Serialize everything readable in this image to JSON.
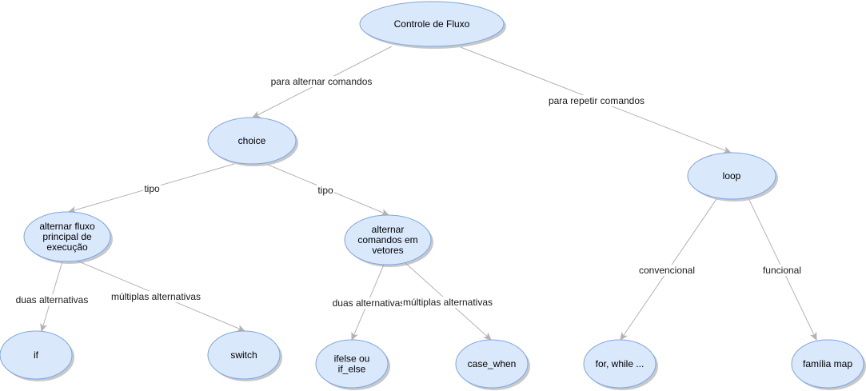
{
  "colors": {
    "node_fill": "#dae8fc",
    "node_stroke": "#7ea6e0",
    "edge": "#b3b3b3",
    "text": "#000000"
  },
  "nodes": {
    "controle_de_fluxo": [
      "Controle de Fluxo"
    ],
    "choice": [
      "choice"
    ],
    "loop": [
      "loop"
    ],
    "alternar_fluxo": [
      "alternar fluxo",
      "principal de",
      "execução"
    ],
    "alternar_comandos": [
      "alternar",
      "comandos em",
      "vetores"
    ],
    "if": [
      "if"
    ],
    "switch": [
      "switch"
    ],
    "ifelse": [
      "ifelse ou",
      "if_else"
    ],
    "case_when": [
      "case_when"
    ],
    "for_while": [
      "for, while ..."
    ],
    "familia_map": [
      "família map"
    ]
  },
  "edges": [
    {
      "from": "controle_de_fluxo",
      "to": "choice",
      "label": "para alternar comandos"
    },
    {
      "from": "controle_de_fluxo",
      "to": "loop",
      "label": "para repetir comandos"
    },
    {
      "from": "choice",
      "to": "alternar_fluxo",
      "label": "tipo"
    },
    {
      "from": "choice",
      "to": "alternar_comandos",
      "label": "tipo"
    },
    {
      "from": "alternar_fluxo",
      "to": "if",
      "label": "duas alternativas"
    },
    {
      "from": "alternar_fluxo",
      "to": "switch",
      "label": "múltiplas alternativas"
    },
    {
      "from": "alternar_comandos",
      "to": "ifelse",
      "label": "duas alternativas"
    },
    {
      "from": "alternar_comandos",
      "to": "case_when",
      "label": "múltiplas alternativas"
    },
    {
      "from": "loop",
      "to": "for_while",
      "label": "convencional"
    },
    {
      "from": "loop",
      "to": "familia_map",
      "label": "funcional"
    }
  ]
}
